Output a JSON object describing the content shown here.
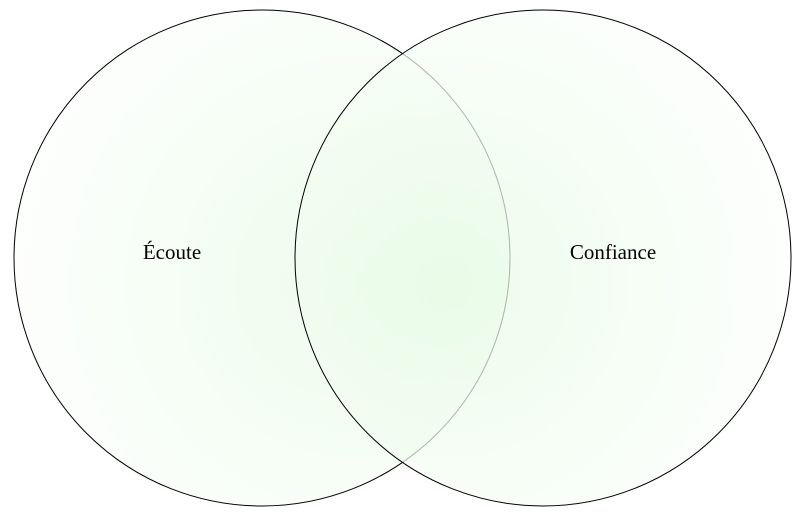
{
  "diagram": {
    "type": "venn",
    "sets": [
      {
        "label": "Écoute"
      },
      {
        "label": "Confiance"
      }
    ],
    "colors": {
      "fill_light": "#ffffff",
      "fill_tint": "#e6fbe4",
      "stroke": "#000000"
    }
  }
}
